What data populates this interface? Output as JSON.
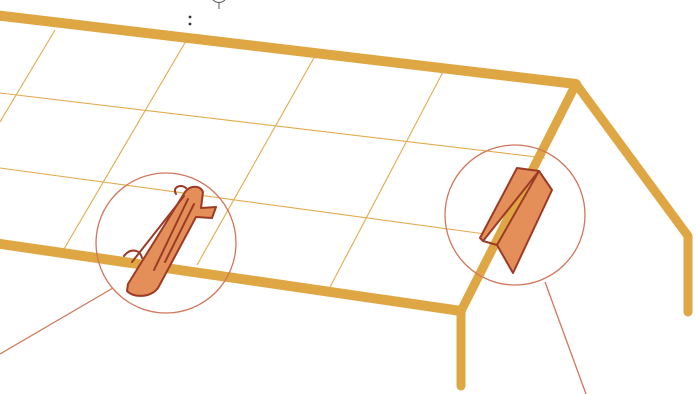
{
  "diagram": {
    "subject": "roof-frame-with-tiles",
    "callouts": [
      {
        "id": "curved-tile",
        "icon": "curved-roof-tile-icon"
      },
      {
        "id": "ridge-tile",
        "icon": "ridge-tile-icon"
      }
    ],
    "colors": {
      "frame": "#dea744",
      "grid": "#e0ac4e",
      "tile_fill": "#e48f5a",
      "tile_outline": "#9c3a24",
      "callout_circle": "#d2765a"
    }
  }
}
